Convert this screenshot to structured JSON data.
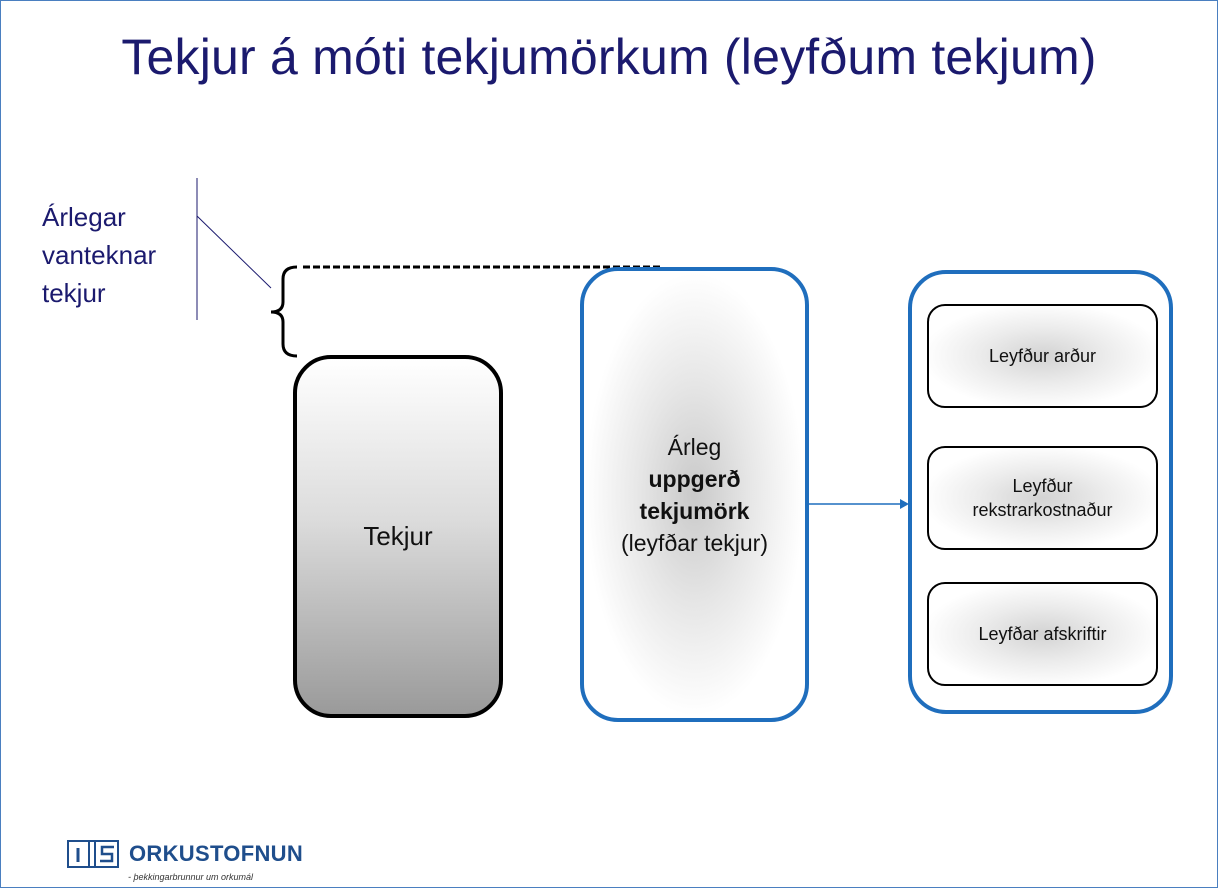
{
  "title": "Tekjur á móti tekjumörkum (leyfðum tekjum)",
  "side_label": {
    "line1": "Árlegar",
    "line2": "vanteknar",
    "line3": "tekjur"
  },
  "tekjur_box": {
    "label": "Tekjur"
  },
  "uppgerd_box": {
    "line1": "Árleg",
    "line2": "uppgerð",
    "line3": "tekjumörk",
    "line4": "(leyfðar tekjur)"
  },
  "components": [
    {
      "label": "Leyfður arður"
    },
    {
      "line1": "Leyfður",
      "line2": "rekstrarkostnaður"
    },
    {
      "label": "Leyfðar afskriftir"
    }
  ],
  "logo": {
    "name": "ORKUSTOFNUN",
    "tagline": "- þekkingarbrunnur um orkumál",
    "brand_color": "#1f4e8c"
  },
  "colors": {
    "title": "#1b1a6e",
    "box_border_blue": "#1f6ebd"
  }
}
